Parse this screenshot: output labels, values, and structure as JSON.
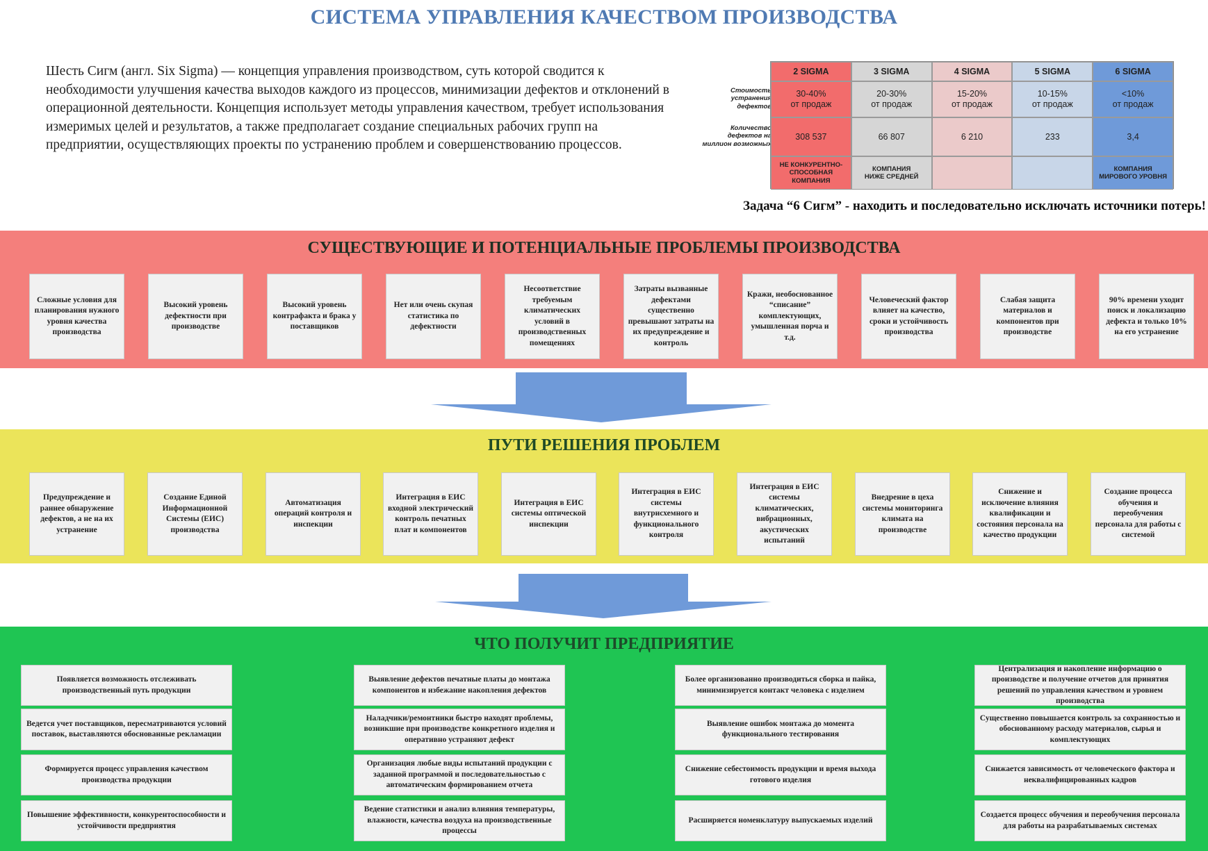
{
  "title": "СИСТЕМА УПРАВЛЕНИЯ КАЧЕСТВОМ ПРОИЗВОДСТВА",
  "intro": "Шесть Сигм (англ. Six Sigma) — концепция управления производством, суть которой сводится к необходимости улучшения качества выходов каждого из процессов, минимизации дефектов и отклонений в операционной деятельности. Концепция использует методы управления качеством, требует использования измеримых целей и результатов, а также предполагает создание специальных рабочих групп на предприятии, осуществляющих проекты по устранению проблем и совершенствованию процессов.",
  "sigma_table": {
    "row_labels": [
      "Стоимость устранения дефектов",
      "Количество дефектов на миллион возможных"
    ],
    "columns": [
      {
        "head": "2 SIGMA",
        "cost": "30-40%\nот продаж",
        "defects": "308 537",
        "foot": "НЕ КОНКУРЕНТНО-\nСПОСОБНАЯ\nКОМПАНИЯ",
        "color": "#f26c6c"
      },
      {
        "head": "3 SIGMA",
        "cost": "20-30%\nот продаж",
        "defects": "66 807",
        "foot": "КОМПАНИЯ\nНИЖЕ СРЕДНЕЙ",
        "color": "#d6d6d6"
      },
      {
        "head": "4 SIGMA",
        "cost": "15-20%\nот продаж",
        "defects": "6 210",
        "foot": "",
        "color": "#ebcaca"
      },
      {
        "head": "5 SIGMA",
        "cost": "10-15%\nот продаж",
        "defects": "233",
        "foot": "",
        "color": "#c8d6e8"
      },
      {
        "head": "6 SIGMA",
        "cost": "<10%\nот продаж",
        "defects": "3,4",
        "foot": "КОМПАНИЯ\nМИРОВОГО УРОВНЯ",
        "color": "#6f9ad9"
      }
    ]
  },
  "tagline": "Задача “6 Сигм” - находить и последовательно исключать источники потерь!",
  "problems": {
    "title": "СУЩЕСТВУЮЩИЕ И ПОТЕНЦИАЛЬНЫЕ ПРОБЛЕМЫ ПРОИЗВОДСТВА",
    "color": "#f47f7c",
    "title_color": "#1f2f22",
    "items": [
      "Сложные условия для планирования нужного уровня качества производства",
      "Высокий уровень дефектности при производстве",
      "Высокий уровень контрафакта и брака у поставщиков",
      "Нет или очень скупая статистика по дефектности",
      "Несоответствие требуемым климатических условий в производственных помещениях",
      "Затраты вызванные дефектами существенно превышают затраты на их предупреждение и контроль",
      "Кражи, необоснованное “списание” комплектующих, умышленная порча и т.д.",
      "Человеческий фактор влияет на качество, сроки и устойчивость производства",
      "Слабая защита материалов и компонентов при производстве",
      "90% времени уходит поиск и локализацию дефекта и только 10% на его устранение"
    ]
  },
  "solutions": {
    "title": "ПУТИ РЕШЕНИЯ ПРОБЛЕМ",
    "color": "#ebe45a",
    "title_color": "#1f4a26",
    "items": [
      "Предупреждение и раннее обнаружение дефектов, а не на их устранение",
      "Создание Единой Информационной Системы (ЕИС) производства",
      "Автоматизация операций контроля и инспекции",
      "Интеграция в ЕИС входной электрический контроль печатных плат и компонентов",
      "Интеграция в ЕИС системы оптической инспекции",
      "Интеграция в ЕИС системы внутрисхемного и функционального контроля",
      "Интеграция в ЕИС системы климатических, вибрационных, акустических испытаний",
      "Внедрение в цеха системы мониторинга климата на производстве",
      "Снижение и исключение влияния квалификации и состояния персонала на качество продукции",
      "Создание процесса обучения и переобучения персонала для работы с системой"
    ]
  },
  "benefits": {
    "title": "ЧТО ПОЛУЧИТ ПРЕДПРИЯТИЕ",
    "color": "#1fc553",
    "title_color": "#1d4a2a",
    "columns": [
      [
        "Появляется возможность отслеживать производственный путь продукции",
        "Ведется учет поставщиков, пересматриваются условий поставок, выставляются обоснованные рекламации",
        "Формируется процесс управления качеством производства продукции",
        "Повышение эффективности, конкурентоспособности и устойчивости предприятия"
      ],
      [
        "Выявление дефектов печатные платы до монтажа компонентов и избежание накопления дефектов",
        "Наладчики/ремонтники быстро находят проблемы, возникшие при производстве конкретного изделия и оперативно устраняют дефект",
        "Организация любые виды испытаний продукции с заданной программой и последовательностью с автоматическим формированием отчета",
        "Ведение статистики и анализ влияния температуры, влажности, качества воздуха на производственные процессы"
      ],
      [
        "Более организованно производиться сборка и пайка, минимизируется контакт человека с изделием",
        "Выявление ошибок монтажа до момента функционального тестирования",
        "Снижение себестоимость продукции и время выхода готового изделия",
        "Расширяется номенклатуру выпускаемых изделий"
      ],
      [
        "Централизация и накопление  информацию о производстве и получение отчетов для принятия решений по управления качеством и уровнем производства",
        "Существенно повышается контроль за сохранностью и обоснованному расходу материалов, сырья и комплектующих",
        "Снижается зависимость от человеческого фактора и неквалифицированных кадров",
        "Создается процесс обучения и переобучения персонала для работы на разрабатываемых системах"
      ]
    ]
  },
  "arrow_color": "#6f9ad9"
}
